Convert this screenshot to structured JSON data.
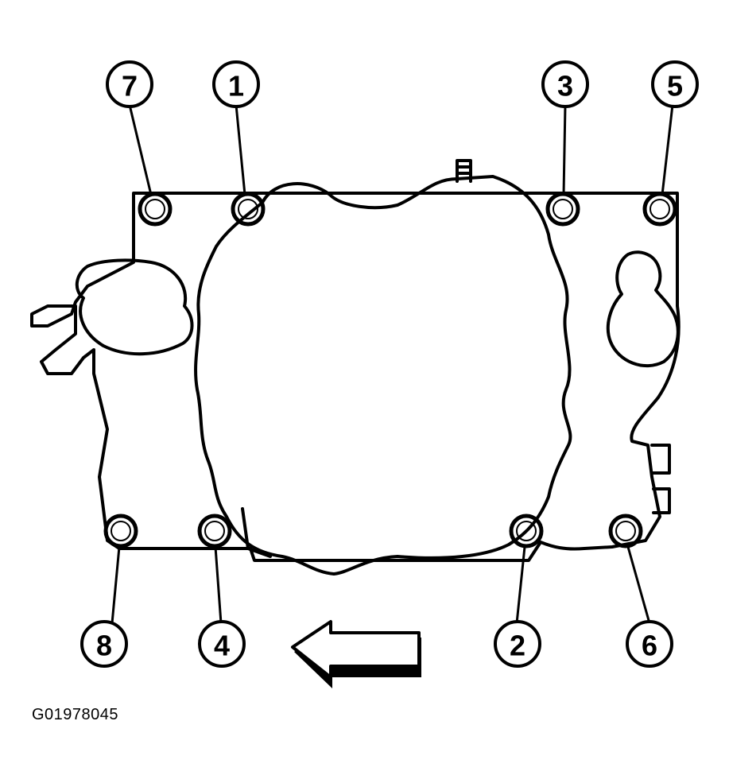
{
  "diagram": {
    "bolt_callouts": [
      "7",
      "1",
      "3",
      "5",
      "8",
      "4",
      "2",
      "6"
    ],
    "direction_indicator": "arrow-left-icon"
  },
  "figure_id": "G01978045",
  "colors": {
    "ink": "#000000",
    "background": "#ffffff"
  }
}
